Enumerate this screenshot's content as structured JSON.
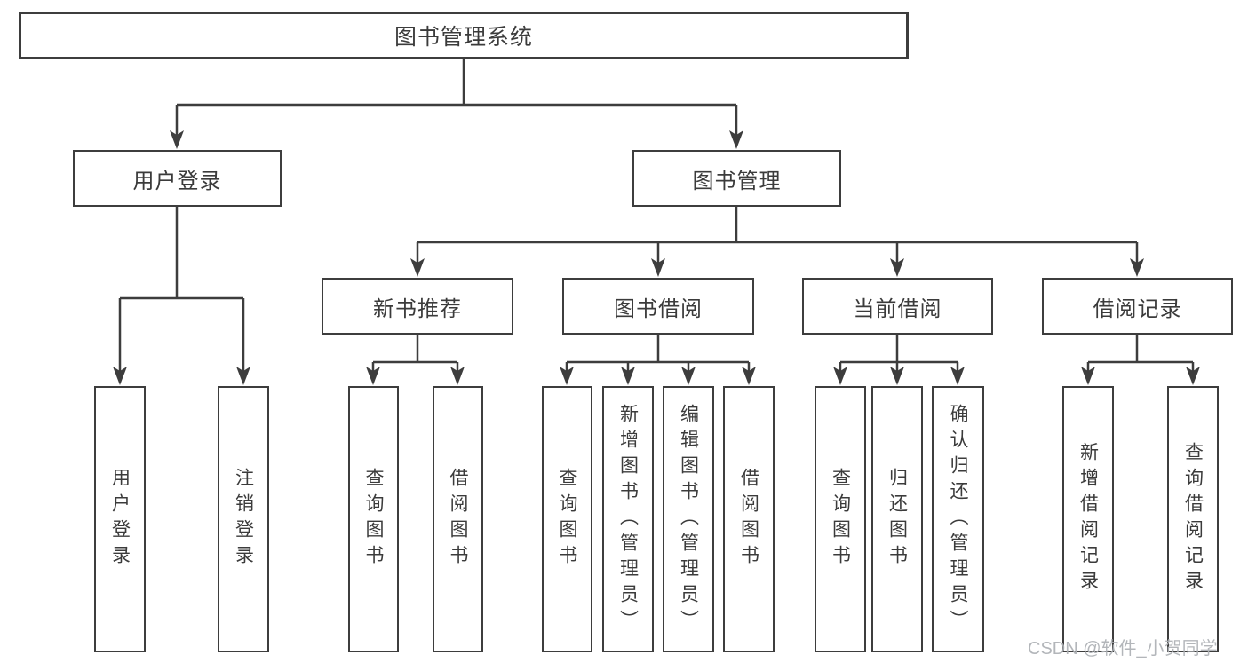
{
  "diagram_title": "图书管理系统",
  "nodes": [
    {
      "id": "root",
      "label": "图书管理系统"
    },
    {
      "id": "user-login",
      "label": "用户登录"
    },
    {
      "id": "book-management",
      "label": "图书管理"
    },
    {
      "id": "new-book-recommendation",
      "label": "新书推荐"
    },
    {
      "id": "book-borrowing",
      "label": "图书借阅"
    },
    {
      "id": "current-borrowing",
      "label": "当前借阅"
    },
    {
      "id": "borrowing-records",
      "label": "借阅记录"
    },
    {
      "id": "leaf-user-login",
      "label": "用户登录"
    },
    {
      "id": "leaf-logout",
      "label": "注销登录"
    },
    {
      "id": "leaf-query-books-a",
      "label": "查询图书"
    },
    {
      "id": "leaf-borrow-books-a",
      "label": "借阅图书"
    },
    {
      "id": "leaf-query-books-b",
      "label": "查询图书"
    },
    {
      "id": "leaf-add-books-admin",
      "label": "新增图书（管理员）"
    },
    {
      "id": "leaf-edit-books-admin",
      "label": "编辑图书（管理员）"
    },
    {
      "id": "leaf-borrow-books-b",
      "label": "借阅图书"
    },
    {
      "id": "leaf-query-books-c",
      "label": "查询图书"
    },
    {
      "id": "leaf-return-books",
      "label": "归还图书"
    },
    {
      "id": "leaf-confirm-return-admin",
      "label": "确认归还（管理员）"
    },
    {
      "id": "leaf-add-borrow-record",
      "label": "新增借阅记录"
    },
    {
      "id": "leaf-query-borrow-record",
      "label": "查询借阅记录"
    }
  ],
  "hierarchy": {
    "图书管理系统": {
      "用户登录": [
        "用户登录",
        "注销登录"
      ],
      "图书管理": {
        "新书推荐": [
          "查询图书",
          "借阅图书"
        ],
        "图书借阅": [
          "查询图书",
          "新增图书（管理员）",
          "编辑图书（管理员）",
          "借阅图书"
        ],
        "当前借阅": [
          "查询图书",
          "归还图书",
          "确认归还（管理员）"
        ],
        "借阅记录": [
          "新增借阅记录",
          "查询借阅记录"
        ]
      }
    }
  },
  "watermark": "CSDN @软件_小贺同学",
  "colors": {
    "line": "#3d3d3d",
    "text": "#3b3b3b",
    "background": "#ffffff",
    "watermark": "#acb0b4"
  }
}
